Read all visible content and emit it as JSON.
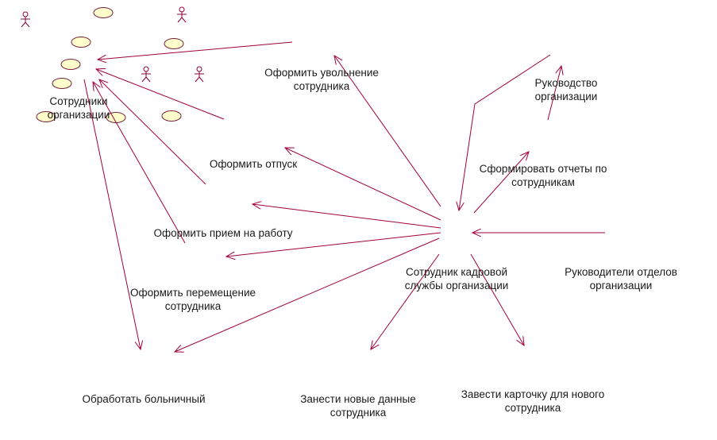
{
  "colors": {
    "line": "#a0003c",
    "usecase_fill": "#ffffcc",
    "usecase_stroke": "#7a2040",
    "actor": "#8b0038",
    "text": "#1a1a1a"
  },
  "labels": {
    "employees": [
      "Сотрудники",
      "организации"
    ],
    "dismissal": [
      "Оформить увольнение",
      "сотрудника"
    ],
    "management": [
      "Руководство",
      "организации"
    ],
    "vacation": [
      "Оформить отпуск"
    ],
    "reports": [
      "Сформировать отчеты по",
      "сотрудникам"
    ],
    "hiring": [
      "Оформить прием на работу"
    ],
    "hr_employee": [
      "Сотрудник кадровой",
      "службы организации"
    ],
    "dept_heads": [
      "Руководители отделов",
      "организации"
    ],
    "transfer": [
      "Оформить перемещение",
      "сотрудника"
    ],
    "sick_leave": [
      "Обработать больничный"
    ],
    "new_data": [
      "Занести новые данные",
      "сотрудника"
    ],
    "new_card": [
      "Завести карточку для нового",
      "сотрудника"
    ]
  }
}
